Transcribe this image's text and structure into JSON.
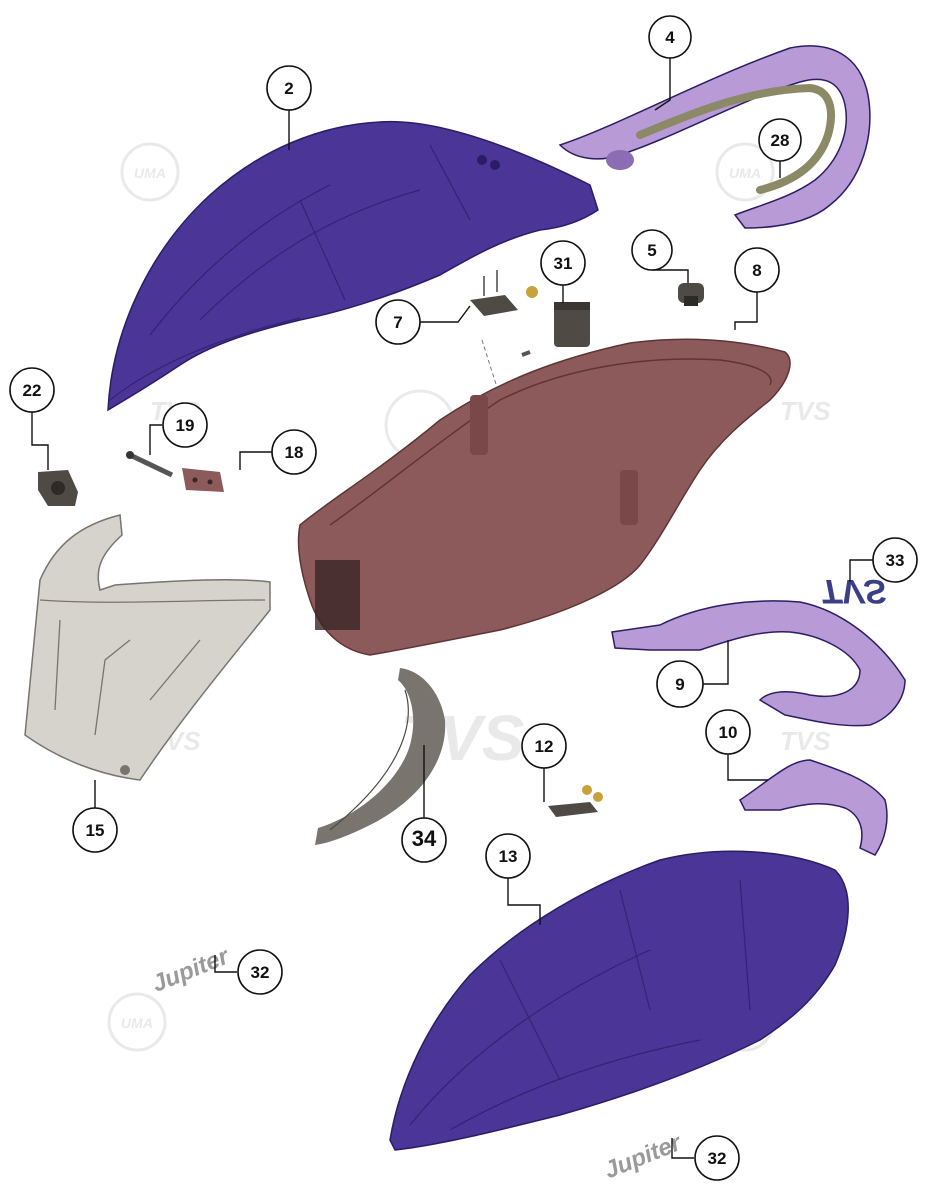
{
  "diagram": {
    "colors": {
      "purple": "#4b3597",
      "purple_light": "#6d58b8",
      "lavender": "#b79ad6",
      "lavender_dark": "#8b6db3",
      "maroon": "#8c5a5a",
      "maroon_dark": "#5e3535",
      "grey": "#d6d2cc",
      "grey_dark": "#7a746e",
      "olive": "#8c8a66",
      "dark_part": "#4f4a44",
      "navy_text": "#3b3f86"
    },
    "callouts": [
      {
        "id": "c2",
        "label": "2"
      },
      {
        "id": "c4",
        "label": "4"
      },
      {
        "id": "c28",
        "label": "28"
      },
      {
        "id": "c5",
        "label": "5"
      },
      {
        "id": "c31",
        "label": "31"
      },
      {
        "id": "c8",
        "label": "8"
      },
      {
        "id": "c7",
        "label": "7"
      },
      {
        "id": "c22",
        "label": "22"
      },
      {
        "id": "c19",
        "label": "19"
      },
      {
        "id": "c18",
        "label": "18"
      },
      {
        "id": "c33",
        "label": "33"
      },
      {
        "id": "c9",
        "label": "9"
      },
      {
        "id": "c10",
        "label": "10"
      },
      {
        "id": "c15",
        "label": "15"
      },
      {
        "id": "c12",
        "label": "12"
      },
      {
        "id": "c34",
        "label": "34"
      },
      {
        "id": "c13",
        "label": "13"
      },
      {
        "id": "c32a",
        "label": "32"
      },
      {
        "id": "c32b",
        "label": "32"
      }
    ],
    "decals": {
      "tvs_mirrored": "TVS",
      "jupiter": "Jupiter"
    },
    "watermarks": {
      "uma": "UMA",
      "tvs": "TVS"
    }
  }
}
